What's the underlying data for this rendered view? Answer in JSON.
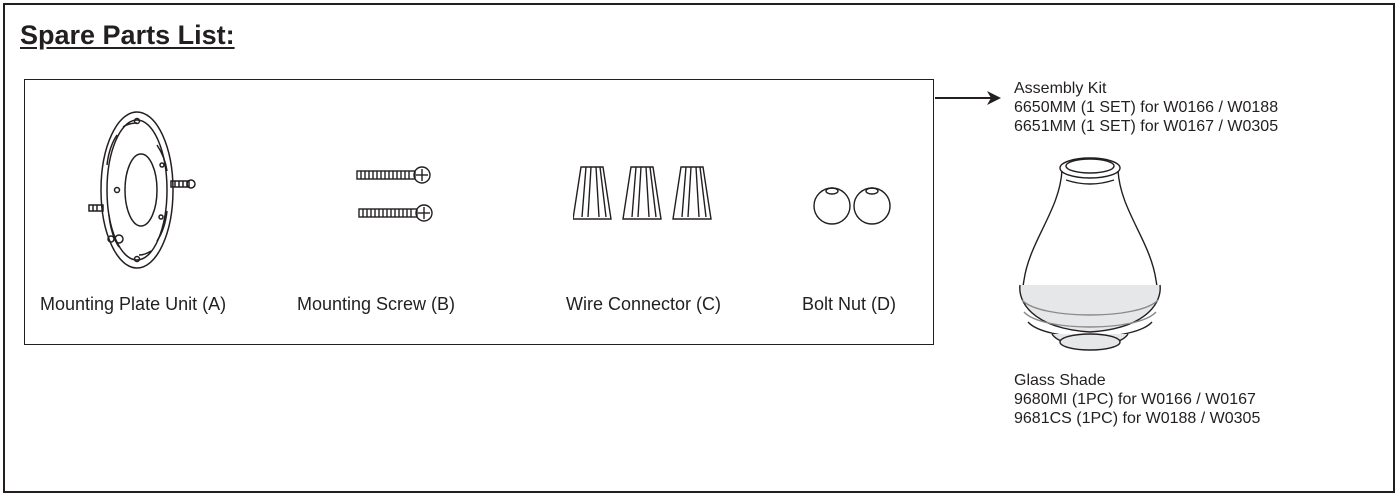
{
  "title": "Spare Parts List:",
  "parts": [
    {
      "name": "mounting-plate-unit",
      "label": "Mounting Plate Unit (A)"
    },
    {
      "name": "mounting-screw",
      "label": "Mounting Screw (B)"
    },
    {
      "name": "wire-connector",
      "label": "Wire Connector (C)"
    },
    {
      "name": "bolt-nut",
      "label": "Bolt Nut (D)"
    }
  ],
  "assembly_kit": {
    "heading": "Assembly Kit",
    "lines": [
      "6650MM (1 SET) for W0166 / W0188",
      "6651MM (1 SET) for W0167 / W0305"
    ]
  },
  "glass_shade": {
    "heading": "Glass Shade",
    "lines": [
      "9680MI (1PC) for W0166 / W0167",
      "9681CS (1PC) for W0188 / W0305"
    ]
  },
  "colors": {
    "ink": "#231f20",
    "shade_fill": "#e6e7e8"
  }
}
